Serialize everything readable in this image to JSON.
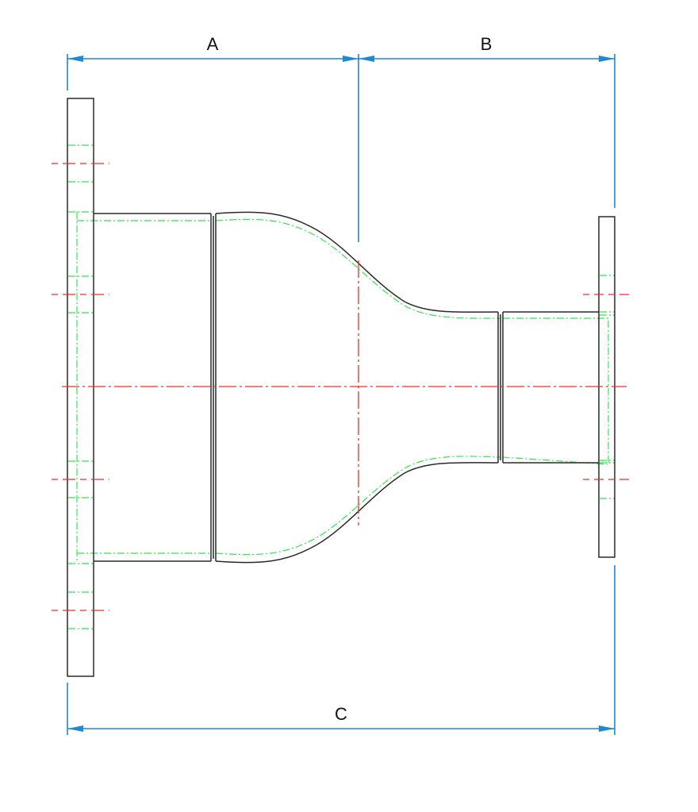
{
  "dimensions": {
    "a_label": "A",
    "b_label": "B",
    "c_label": "C"
  },
  "colors": {
    "outline": "#2a2a2a",
    "hidden_lines": "#2ee84a",
    "center_lines": "#e8302a",
    "dimension_lines": "#1a8ad4"
  }
}
